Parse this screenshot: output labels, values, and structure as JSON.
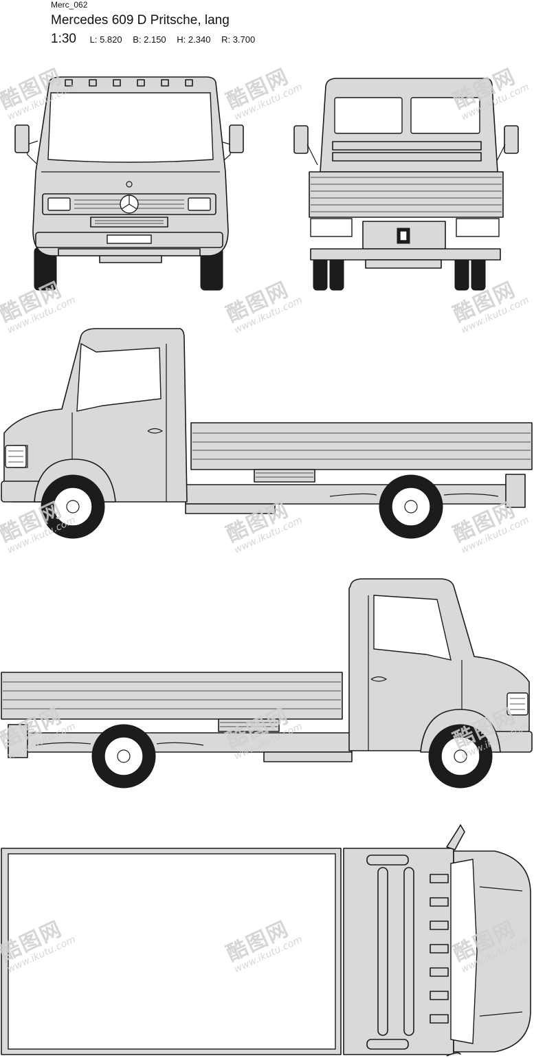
{
  "header": {
    "code": "Merc_062",
    "title": "Mercedes 609 D Pritsche, lang",
    "scale": "1:30",
    "dims": [
      "L: 5.820",
      "B: 2.150",
      "H: 2.340",
      "R: 3.700"
    ]
  },
  "watermark": {
    "logo": "酷图网",
    "url": "www.ikutu.com"
  },
  "colors": {
    "body_fill": "#d9d9d9",
    "line": "#1a1a1a",
    "background": "#ffffff"
  }
}
